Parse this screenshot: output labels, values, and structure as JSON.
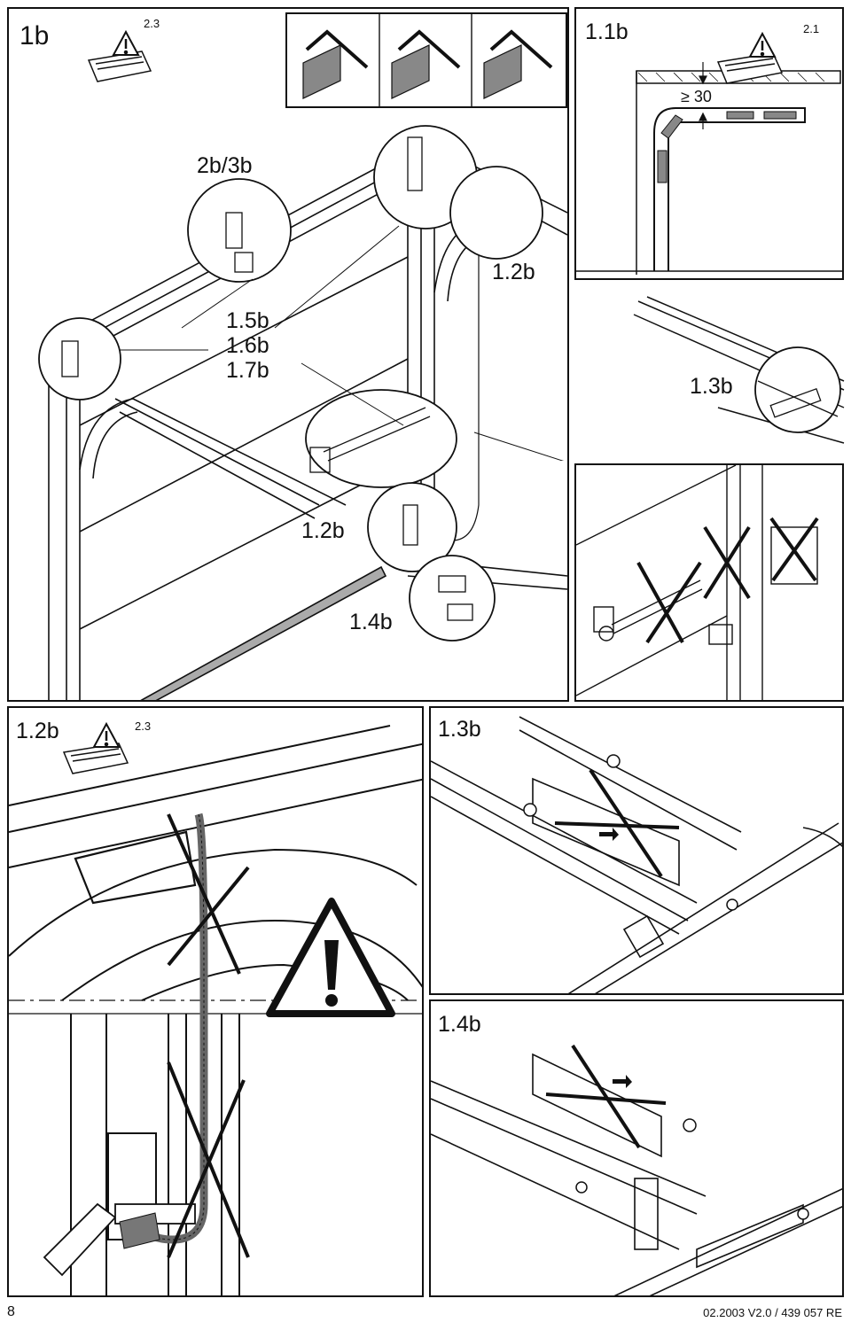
{
  "sheet": {
    "step_main": "1b",
    "warn_ref_main": "2.3",
    "step_top_right": "1.1b",
    "warn_ref_top_right": "2.1",
    "min_dim": "30",
    "label_2b3b": "2b/3b",
    "label_12b_a": "1.2b",
    "label_15b": "1.5b",
    "label_16b": "1.6b",
    "label_17b": "1.7b",
    "label_13b_a": "1.3b",
    "label_12b_b": "1.2b",
    "label_14b_a": "1.4b",
    "step_bl": "1.2b",
    "warn_ref_bl": "2.3",
    "step_br_top": "1.3b",
    "step_br_bottom": "1.4b",
    "page_number": "8",
    "doc_code": "02.2003 V2.0 / 439 057 RE"
  }
}
